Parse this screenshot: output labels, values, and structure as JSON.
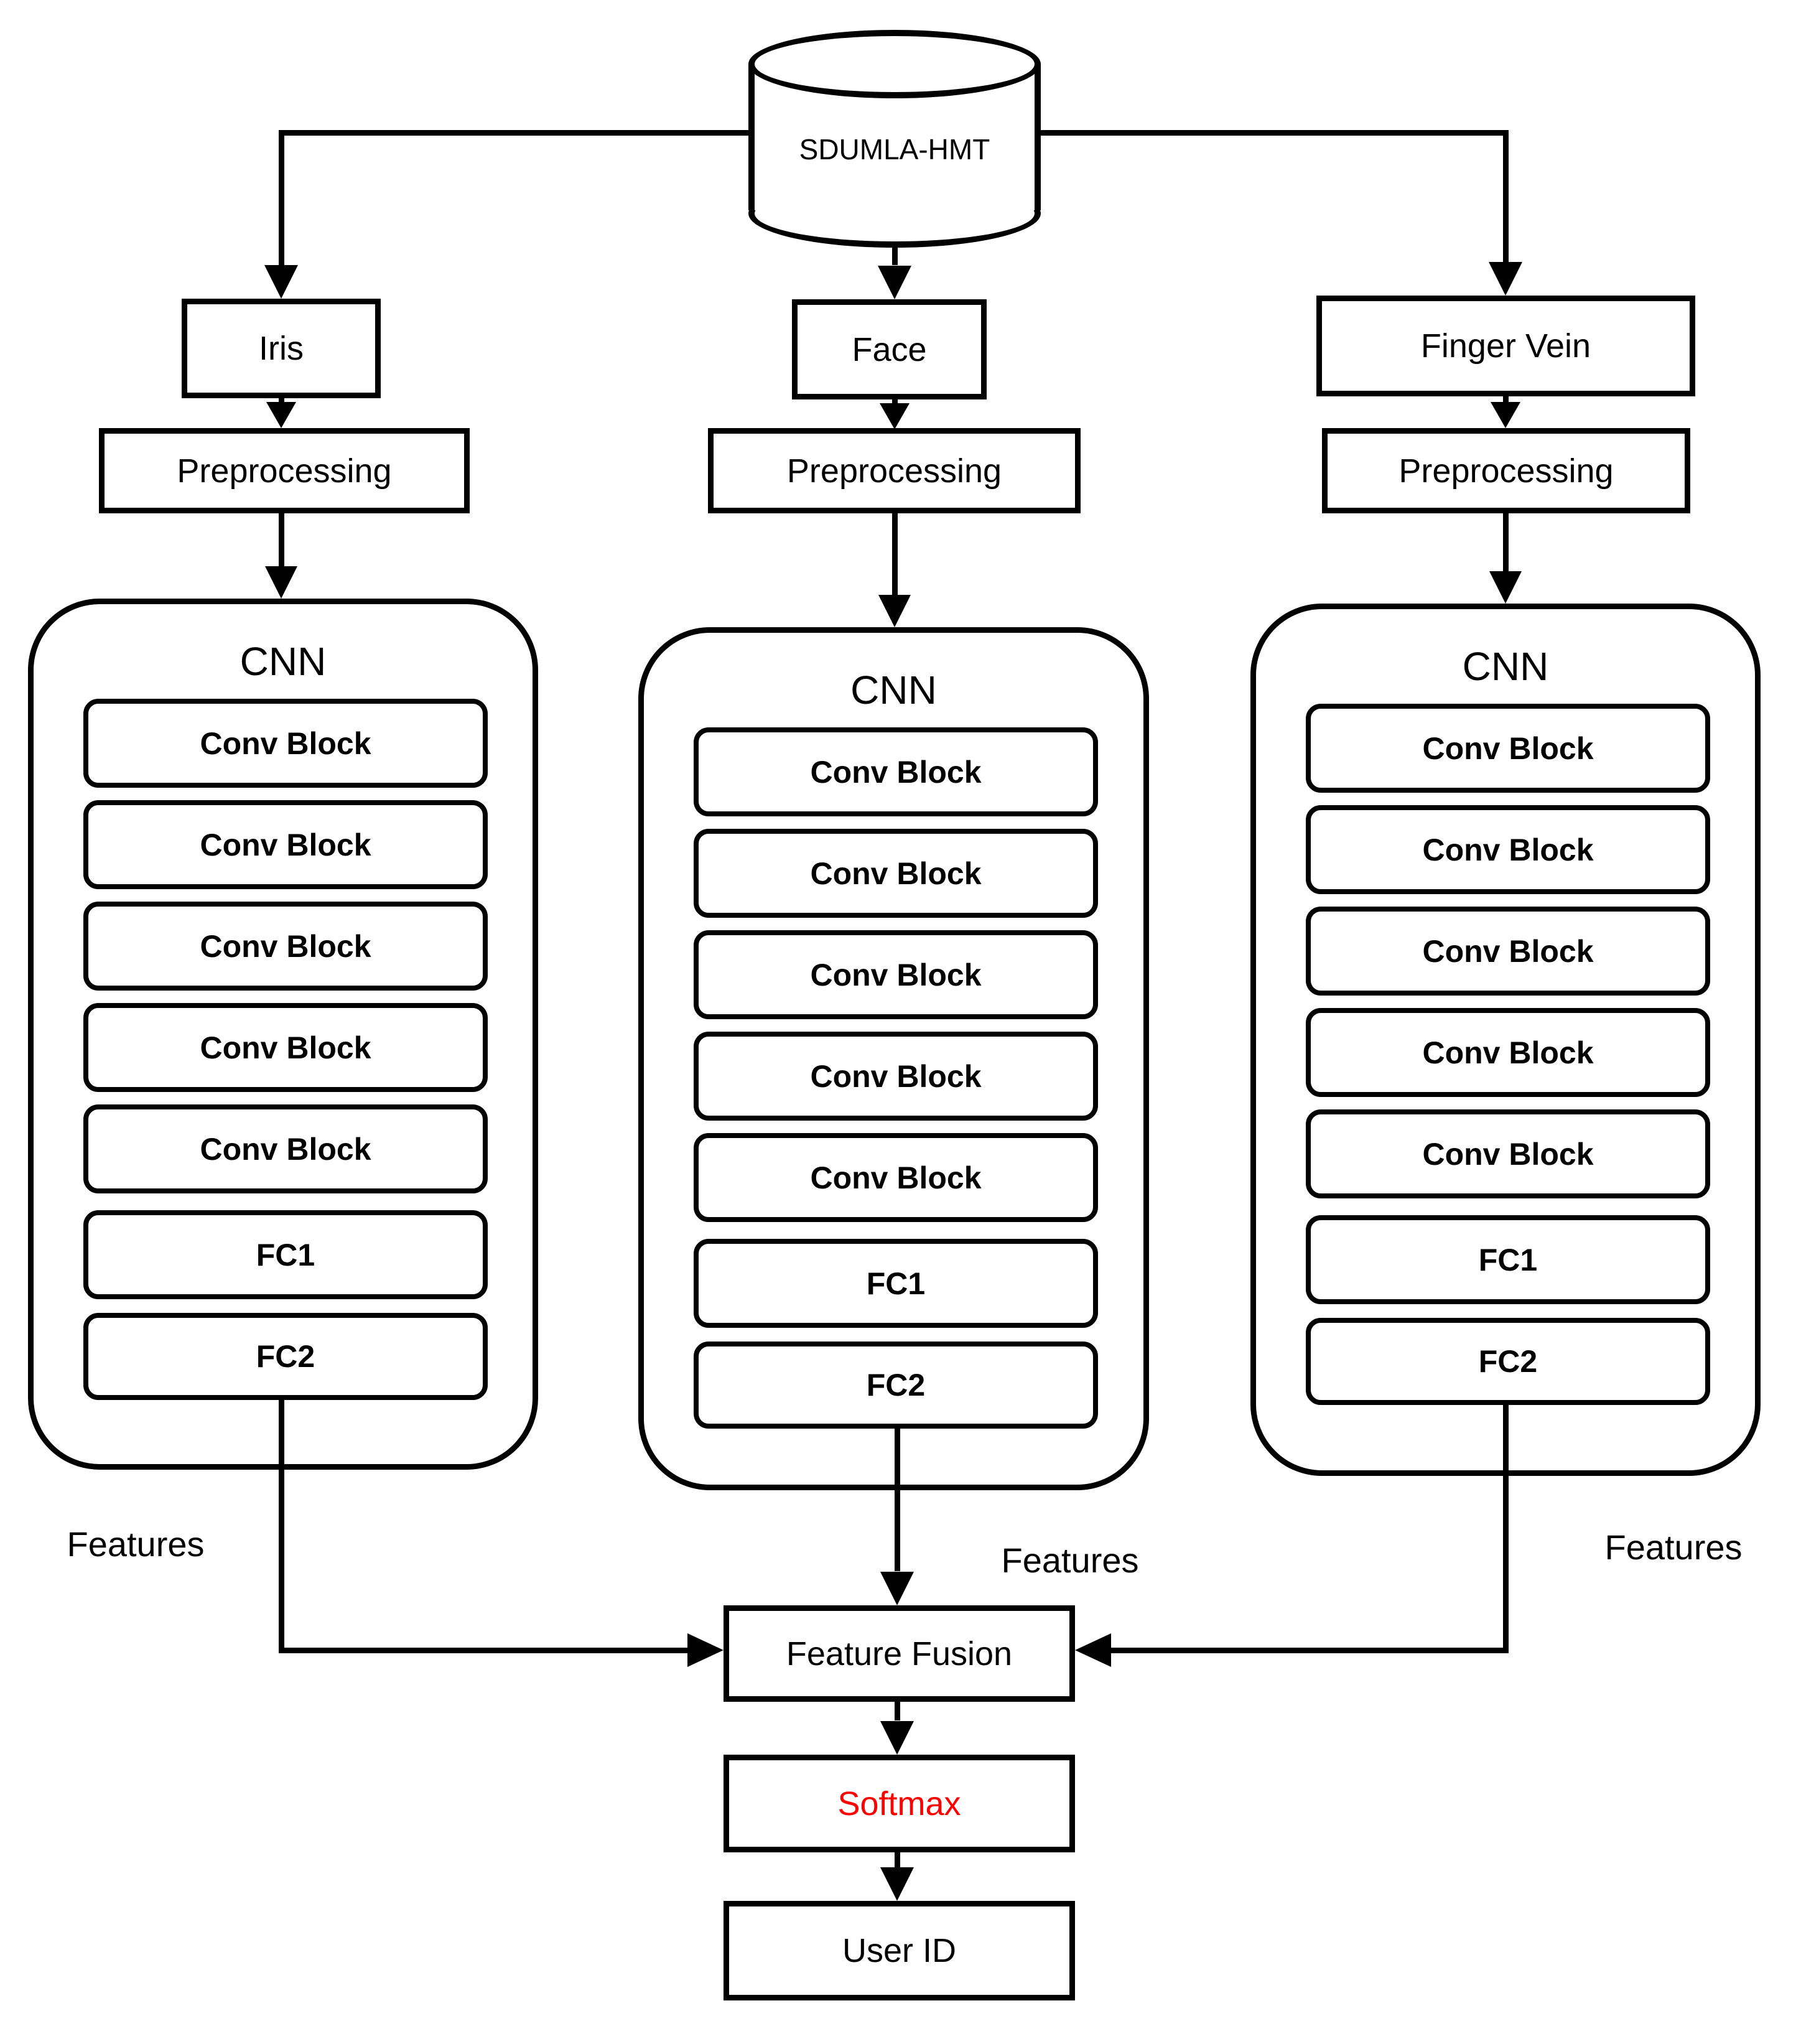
{
  "colors": {
    "line": "#000000",
    "background": "#ffffff",
    "softmax_text": "#ff0000"
  },
  "database": {
    "label": "SDUMLA-HMT"
  },
  "branches": [
    {
      "modality": "Iris",
      "preprocessing": "Preprocessing",
      "features": "Features",
      "cnn": {
        "title": "CNN",
        "blocks": [
          "Conv Block",
          "Conv Block",
          "Conv Block",
          "Conv Block",
          "Conv Block",
          "FC1",
          "FC2"
        ]
      }
    },
    {
      "modality": "Face",
      "preprocessing": "Preprocessing",
      "features": "Features",
      "cnn": {
        "title": "CNN",
        "blocks": [
          "Conv Block",
          "Conv Block",
          "Conv Block",
          "Conv Block",
          "Conv Block",
          "FC1",
          "FC2"
        ]
      }
    },
    {
      "modality": "Finger Vein",
      "preprocessing": "Preprocessing",
      "features": "Features",
      "cnn": {
        "title": "CNN",
        "blocks": [
          "Conv Block",
          "Conv Block",
          "Conv Block",
          "Conv Block",
          "Conv Block",
          "FC1",
          "FC2"
        ]
      }
    }
  ],
  "fusion": {
    "label": "Feature Fusion"
  },
  "softmax": {
    "label": "Softmax"
  },
  "user_id": {
    "label": "User ID"
  }
}
